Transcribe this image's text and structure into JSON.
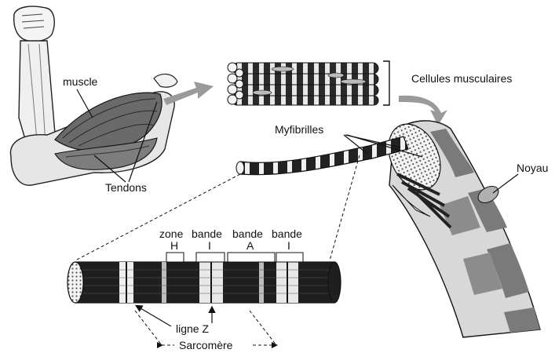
{
  "labels": {
    "muscle": "muscle",
    "tendons": "Tendons",
    "cells": "Cellules musculaires",
    "myofibrils": "Myfibrilles",
    "nucleus": "Noyau",
    "zone": "zone",
    "h": "H",
    "band_i_1": "bande",
    "band_i_1_letter": "I",
    "band_a": "bande",
    "band_a_letter": "A",
    "band_i_2": "bande",
    "band_i_2_letter": "I",
    "z_line": "ligne Z",
    "sarcomere": "Sarcomère"
  },
  "colors": {
    "ink": "#111111",
    "dark": "#2a2a2a",
    "mid": "#8a8a8a",
    "light": "#d6d6d6",
    "arrow": "#9a9a9a"
  }
}
